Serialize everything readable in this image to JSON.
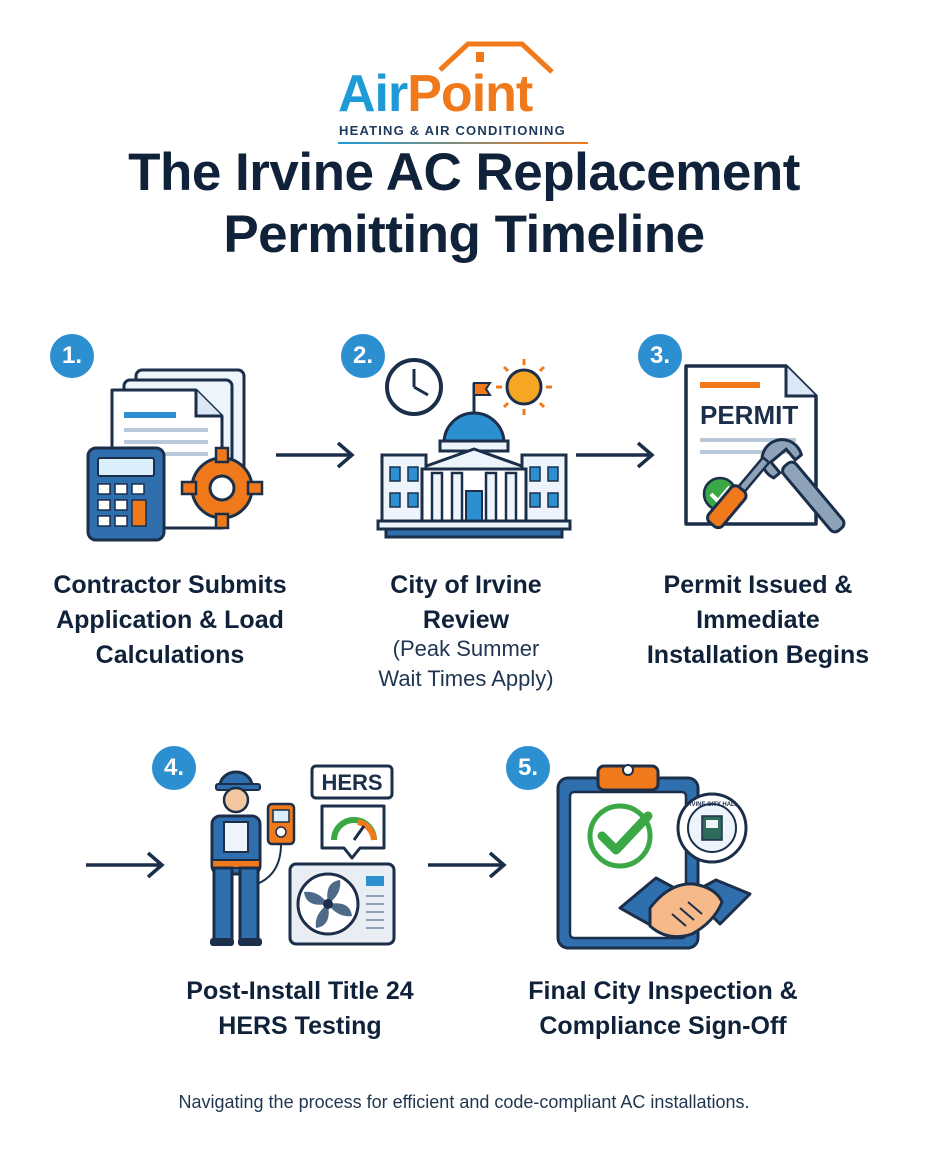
{
  "logo": {
    "name_part1": "Air",
    "name_part2": "Point",
    "subtitle": "HEATING & AIR CONDITIONING"
  },
  "title": {
    "line1": "The Irvine AC Replacement",
    "line2": "Permitting Timeline"
  },
  "steps": [
    {
      "number": "1.",
      "label_lines": [
        "Contractor Submits",
        "Application & Load",
        "Calculations"
      ],
      "note_lines": []
    },
    {
      "number": "2.",
      "label_lines": [
        "City of Irvine",
        "Review"
      ],
      "note_lines": [
        "(Peak Summer",
        "Wait Times Apply)"
      ]
    },
    {
      "number": "3.",
      "label_lines": [
        "Permit Issued &",
        "Immediate",
        "Installation Begins"
      ],
      "note_lines": []
    },
    {
      "number": "4.",
      "label_lines": [
        "Post-Install Title 24",
        "HERS Testing"
      ],
      "note_lines": []
    },
    {
      "number": "5.",
      "label_lines": [
        "Final City Inspection &",
        "Compliance Sign-Off"
      ],
      "note_lines": []
    }
  ],
  "icon_text": {
    "permit": "PERMIT",
    "hers": "HERS",
    "seal": "IRVINE CITY HALL"
  },
  "icons": [
    "calculator-documents-gear",
    "city-hall-clock-sun",
    "permit-document-tools",
    "technician-ac-unit-hers",
    "clipboard-handshake-seal"
  ],
  "footer": "Navigating the process for efficient and code-compliant AC installations.",
  "colors": {
    "navy": "#0f2239",
    "blue": "#2c8fd0",
    "orange": "#f07a1b",
    "green": "#3aa845"
  }
}
